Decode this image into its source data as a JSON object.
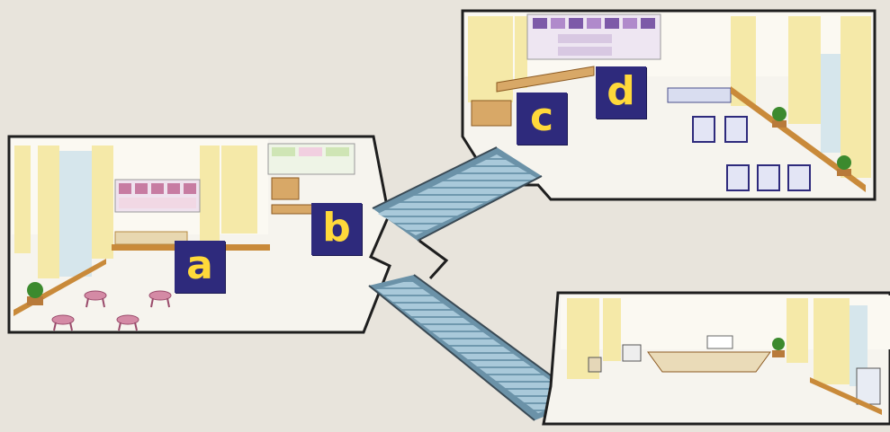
{
  "map": {
    "markers": [
      {
        "id": "a",
        "label": "a"
      },
      {
        "id": "b",
        "label": "b"
      },
      {
        "id": "c",
        "label": "c"
      },
      {
        "id": "d",
        "label": "d"
      }
    ]
  },
  "colors": {
    "background": "#e8e4dc",
    "floor": "#f6f4ee",
    "outline": "#1e1e1e",
    "pillar": "#f5e9a8",
    "wall_trim": "#c98a3a",
    "window": "#d6e6ec",
    "marker_bg": "#2e2a7c",
    "marker_text": "#ffd93a",
    "escalator": "#8fb7cc",
    "stool": "#d48aa5",
    "plant": "#3c8a2e"
  }
}
